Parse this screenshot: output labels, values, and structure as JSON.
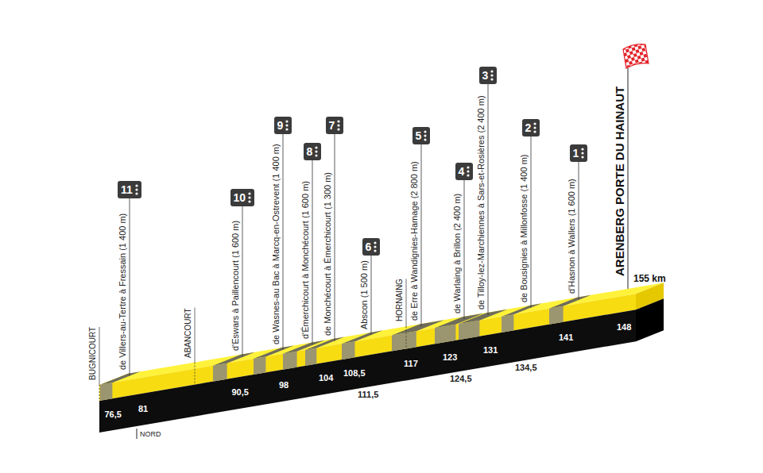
{
  "diagram": {
    "nodes": [
      {
        "text": [
          "11"
        ]
      },
      {
        "text": [
          "10"
        ]
      },
      {
        "text": [
          "9"
        ]
      },
      {
        "text": [
          "8"
        ]
      },
      {
        "text": [
          "7"
        ]
      },
      {
        "text": [
          "6"
        ]
      },
      {
        "text": [
          "5"
        ]
      },
      {
        "text": [
          "4"
        ]
      },
      {
        "text": [
          "3"
        ]
      },
      {
        "text": [
          "2"
        ]
      },
      {
        "text": [
          "1"
        ]
      }
    ],
    "labels": [
      "BUGNICOURT",
      "de Villers-au-Tertre à Fressain (1 400 m)",
      "ABANCOURT",
      "d'Eswars à Paillencourt (1 600 m)",
      "de Wasnes-au Bac à Marcq-en-Ostrevent (1 400 m)",
      "d'Émerchicourt à Monchécourt (1 600 m)",
      "de Monchécourt à Émerchicourt (1 300 m)",
      "Abscon (1 500 m)",
      "HORNAING",
      "de Erre à Wandignies-Hamage (2 800 m)",
      "de Warlaing à Brillon (2 400 m)",
      "de Tilloy-lez-Marchiennes à Sars-et-Rosières (2 400 m)",
      "de Bousignies à Millonfosse (1 400 m)",
      "d'Hasnon à Wallers (1 600 m)",
      "ARENBERG PORTE DU HAINAUT",
      "155 km",
      "76,5",
      "81",
      "90,5",
      "98",
      "104",
      "108,5",
      "111,5",
      "117",
      "123",
      "124,5",
      "131",
      "134,5",
      "141",
      "148",
      "NORD"
    ]
  }
}
